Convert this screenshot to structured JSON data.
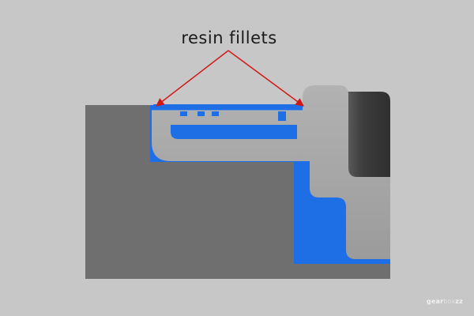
{
  "annotation": {
    "label": "resin fillets"
  },
  "watermark": {
    "part1": "gear",
    "part2": "box",
    "part3": "zz"
  },
  "colors": {
    "background": "#c7c7c7",
    "base_block": "#6f6f6f",
    "light_part": "#a3a3a3",
    "dark_part": "#3f3f3f",
    "resin": "#1e6fe6",
    "arrow": "#d01818"
  }
}
